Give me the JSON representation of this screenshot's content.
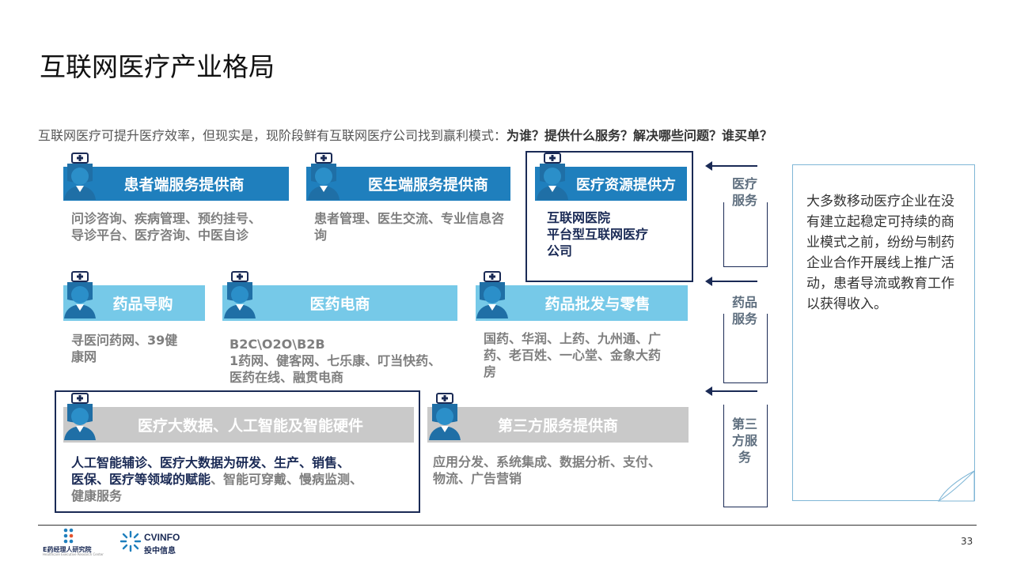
{
  "title": "互联网医疗产业格局",
  "subtitle": {
    "normal": "互联网医疗可提升医疗效率，但现实是，现阶段鲜有互联网医疗公司找到赢利模式：",
    "bold": "为谁？提供什么服务？解决哪些问题？谁买单？"
  },
  "boxes": {
    "patient": {
      "label": "患者端服务提供商",
      "desc": [
        "问诊咨询、疾病管理、预约挂号、",
        "导诊平台、医疗咨询、中医自诊"
      ]
    },
    "doctor": {
      "label": "医生端服务提供商",
      "desc": [
        "患者管理、医生交流、专业信息咨",
        "询"
      ]
    },
    "resource": {
      "label": "医疗资源提供方",
      "desc": [
        "互联网医院",
        "平台型互联网医疗",
        "公司"
      ]
    },
    "drug_guide": {
      "label": "药品导购",
      "desc": [
        "寻医问药网、39健",
        "康网"
      ]
    },
    "ecommerce": {
      "label": "医药电商",
      "desc": [
        "B2C\\O2O\\B2B",
        "1药网、健客网、七乐康、叮当快药、",
        "医药在线、融贯电商"
      ]
    },
    "wholesale": {
      "label": "药品批发与零售",
      "desc": [
        "国药、华润、上药、九州通、广",
        "药、老百姓、一心堂、金象大药",
        "房"
      ]
    },
    "bigdata": {
      "label": "医疗大数据、人工智能及智能硬件",
      "desc_bold": [
        "人工智能辅诊、医疗大数据为研发、生产、销售、",
        "医保、医疗等领域的赋能"
      ],
      "desc_rest": [
        "、智能可穿戴、慢病监测、",
        "健康服务"
      ]
    },
    "third": {
      "label": "第三方服务提供商",
      "desc": [
        "应用分发、系统集成、数据分析、支付、",
        "物流、广告营销"
      ]
    }
  },
  "side_labels": {
    "medical": [
      "医疗",
      "服务"
    ],
    "drug": [
      "药品",
      "服务"
    ],
    "third": [
      "第三",
      "方服",
      "务"
    ]
  },
  "note": "大多数移动医疗企业在没有建立起稳定可持续的商业模式之前，纷纷与制药企业合作开展线上推广活动，患者导流或教育工作以获得收入。",
  "footer": {
    "logo1_name": "E药经理人研究院",
    "logo1_sub": "Healthcare Executive Research Center",
    "logo2_name": "CVINFO",
    "logo2_cn": "投中信息",
    "page": "33"
  },
  "colors": {
    "dark_bar": "#1f7fbd",
    "light_bar": "#76c9e8",
    "gray_bar": "#c9c9c9",
    "navy": "#1a2a55"
  }
}
